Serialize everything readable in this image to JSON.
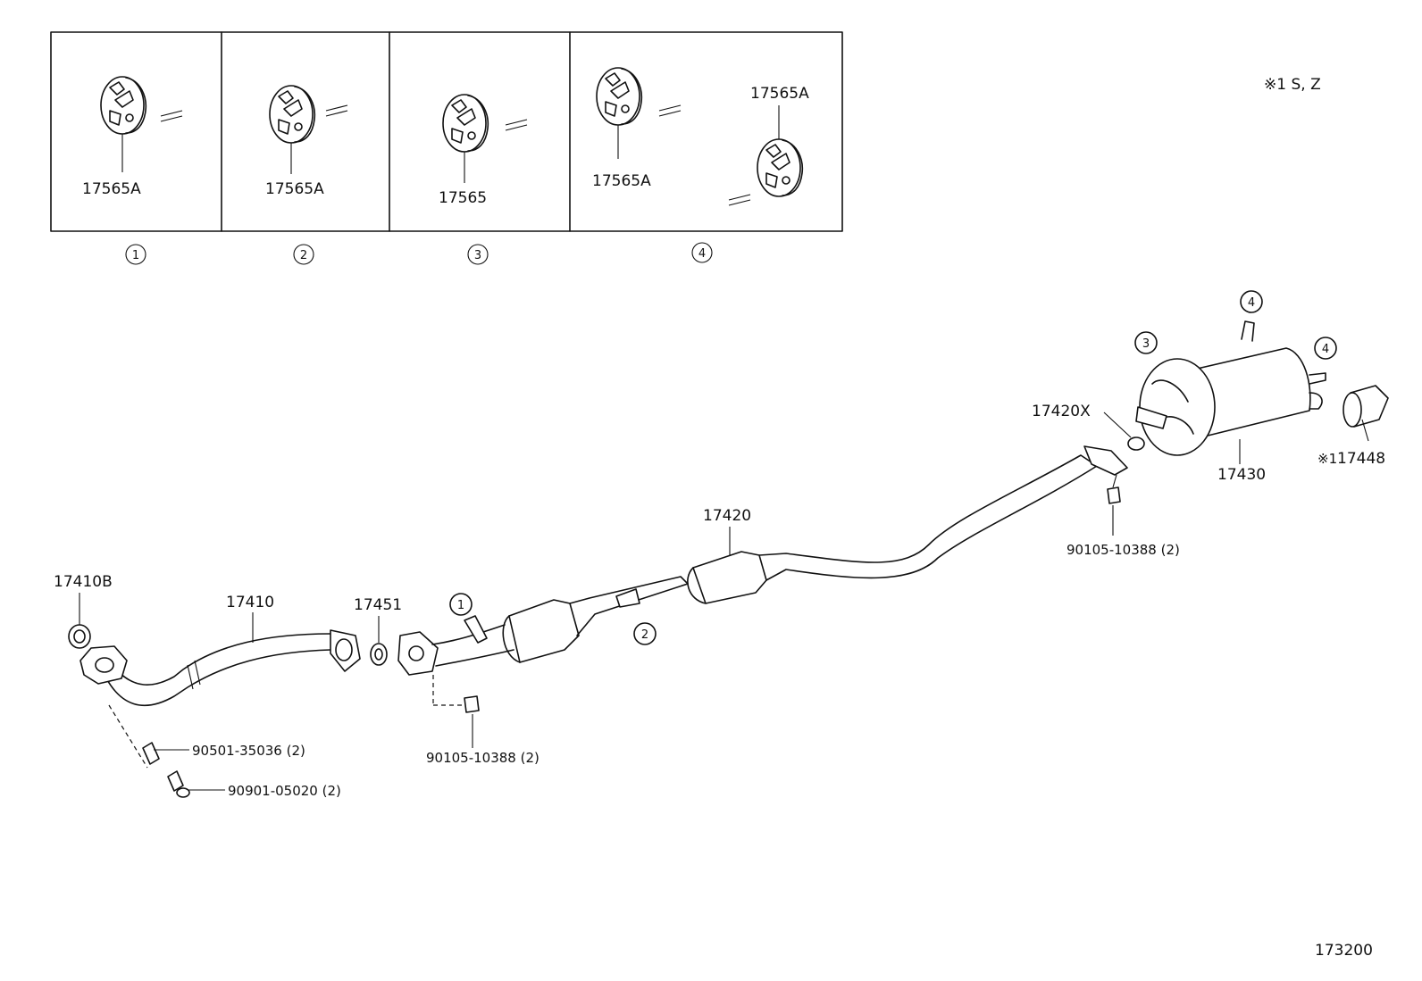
{
  "insets": [
    {
      "circle": "1",
      "parts": [
        "17565A"
      ]
    },
    {
      "circle": "2",
      "parts": [
        "17565A"
      ]
    },
    {
      "circle": "3",
      "parts": [
        "17565"
      ]
    },
    {
      "circle": "4",
      "parts": [
        "17565A",
        "17565A"
      ]
    }
  ],
  "note": "※1  S, Z",
  "parts": {
    "gasket_17410B": "17410B",
    "front_pipe": "17410",
    "gasket_17451": "17451",
    "center_pipe": "17420",
    "gasket_17420X": "17420X",
    "tail_pipe": "17430",
    "tip_mark": "※1",
    "tip": "17448",
    "stud": "90501-35036 (2)",
    "bolt_front": "90901-05020 (2)",
    "bolt_center": "90105-10388 (2)",
    "bolt_rear": "90105-10388 (2)"
  },
  "callouts": {
    "c1": "1",
    "c2": "2",
    "c3": "3",
    "c4a": "4",
    "c4b": "4"
  },
  "figure_code": "173200"
}
